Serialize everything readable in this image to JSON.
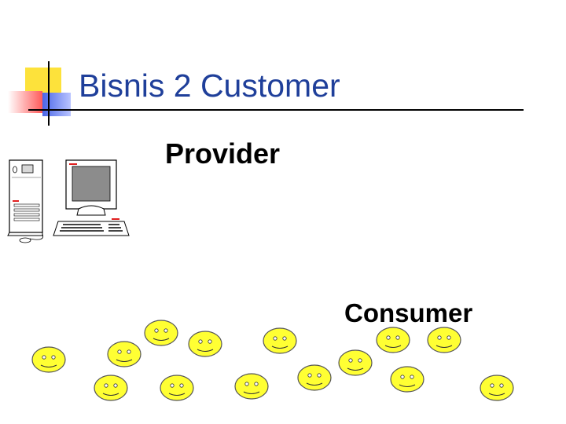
{
  "slide": {
    "title": "Bisnis 2 Customer",
    "provider_label": "Provider",
    "consumer_label": "Consumer"
  },
  "icons": {
    "provider": "desktop-computer-icon",
    "consumer": "smiley-face-icon"
  },
  "colors": {
    "title": "#1f3f9a",
    "accent_yellow": "#fde23b",
    "accent_red": "#ff5a5a",
    "accent_blue": "#4a66e8",
    "smiley_fill": "#ffff33"
  }
}
